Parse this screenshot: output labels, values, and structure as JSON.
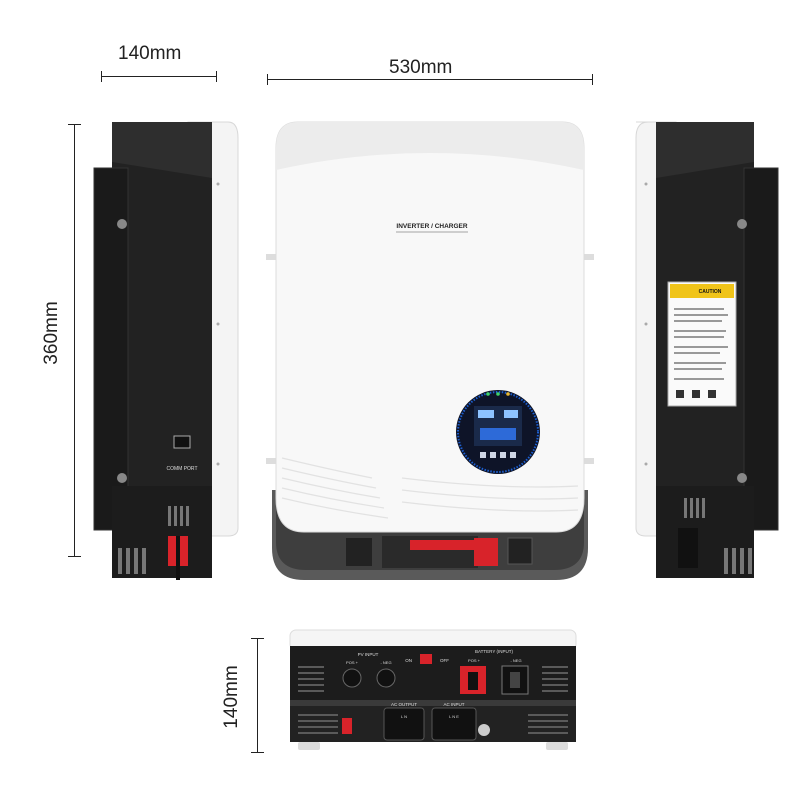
{
  "dimensions": {
    "side_width": "140mm",
    "front_width": "530mm",
    "height": "360mm",
    "bottom_depth": "140mm"
  },
  "front_panel": {
    "title": "INVERTER / CHARGER"
  },
  "side_left": {
    "port_label": "COMM PORT"
  },
  "side_right": {
    "warning_label": "CAUTION"
  },
  "bottom_panel": {
    "pv_input": "PV INPUT",
    "pv_pos": "POS +",
    "pv_neg": "- NEG",
    "switch_on": "ON",
    "switch_off": "OFF",
    "battery_input": "BATTERY (INPUT)",
    "bat_pos": "POS +",
    "bat_neg": "- NEG",
    "ac_output": "AC OUTPUT",
    "ac_output_terms": "L N",
    "ac_input": "AC INPUT",
    "ac_input_terms": "L N E"
  },
  "colors": {
    "body_white": "#f7f7f7",
    "body_black": "#1e1e1e",
    "accent_red": "#d8232a",
    "screen_blue": "#1d5fd0"
  }
}
